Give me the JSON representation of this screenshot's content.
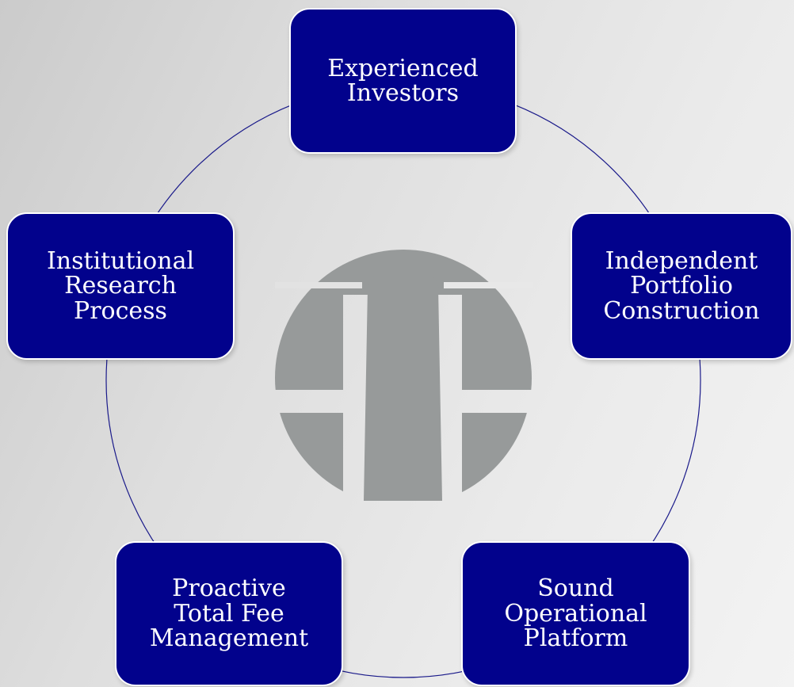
{
  "diagram": {
    "colors": {
      "node_fill": "#02028c",
      "node_border": "#ffffff",
      "node_text": "#ffffff",
      "ring_stroke": "#1a1a8a",
      "logo_fill": "#979a9a"
    },
    "center_logo": {
      "icon": "building-emblem-logo"
    },
    "nodes": [
      {
        "id": "experienced-investors",
        "label": "Experienced\nInvestors"
      },
      {
        "id": "independent-portfolio-construction",
        "label": "Independent\nPortfolio\nConstruction"
      },
      {
        "id": "sound-operational-platform",
        "label": "Sound\nOperational\nPlatform"
      },
      {
        "id": "proactive-total-fee-management",
        "label": "Proactive\nTotal Fee\nManagement"
      },
      {
        "id": "institutional-research-process",
        "label": "Institutional\nResearch\nProcess"
      }
    ]
  }
}
